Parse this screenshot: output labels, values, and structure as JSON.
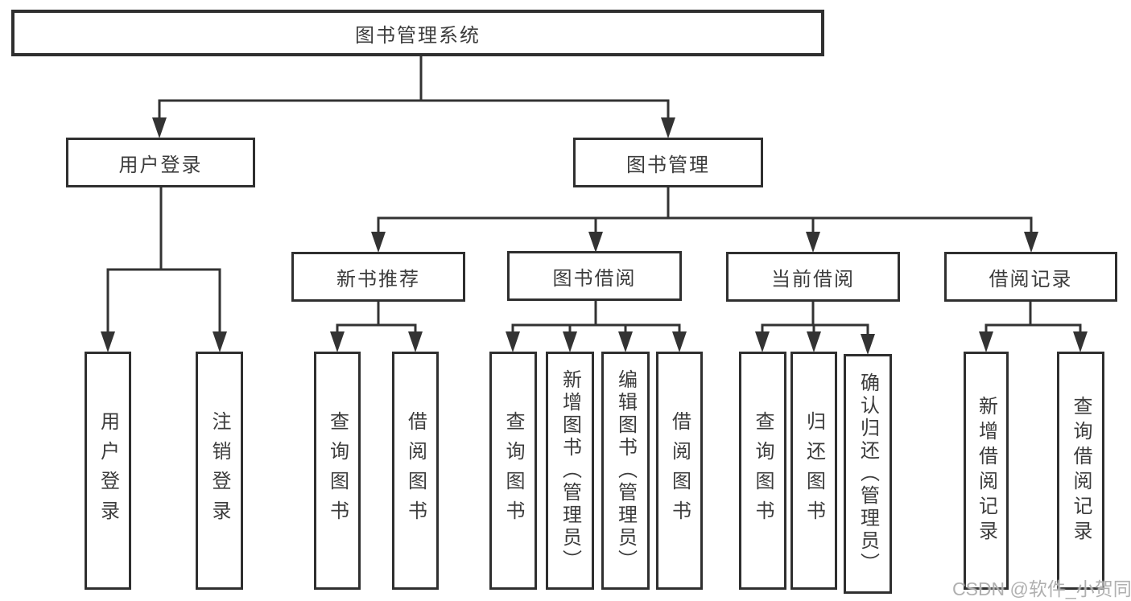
{
  "tree": {
    "label": "图书管理系统",
    "children": [
      {
        "label": "用户登录",
        "children": [
          {
            "label": "用户登录"
          },
          {
            "label": "注销登录"
          }
        ]
      },
      {
        "label": "图书管理",
        "children": [
          {
            "label": "新书推荐",
            "children": [
              {
                "label": "查询图书"
              },
              {
                "label": "借阅图书"
              }
            ]
          },
          {
            "label": "图书借阅",
            "children": [
              {
                "label": "查询图书"
              },
              {
                "label": "新增图书（管理员）"
              },
              {
                "label": "编辑图书（管理员）"
              },
              {
                "label": "借阅图书"
              }
            ]
          },
          {
            "label": "当前借阅",
            "children": [
              {
                "label": "查询图书"
              },
              {
                "label": "归还图书"
              },
              {
                "label": "确认归还（管理员）"
              }
            ]
          },
          {
            "label": "借阅记录",
            "children": [
              {
                "label": "新增借阅记录"
              },
              {
                "label": "查询借阅记录"
              }
            ]
          }
        ]
      }
    ]
  },
  "watermark": "CSDN @软件_小贺同学",
  "colors": {
    "line": "#333333",
    "text": "#3c3c3c",
    "background": "#ffffff",
    "watermark": "#acacac"
  }
}
